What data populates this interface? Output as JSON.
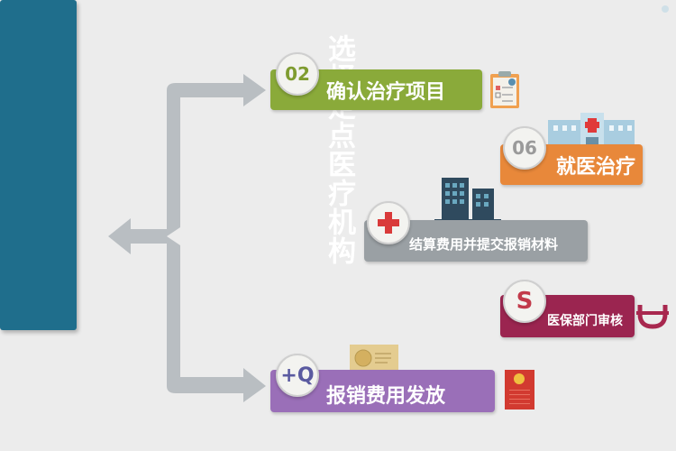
{
  "start": {
    "label": "选择定点医疗机构"
  },
  "steps": [
    {
      "number": "02",
      "label": "确认治疗项目",
      "color": "#8aaa3a",
      "icon": "clipboard-icon"
    },
    {
      "number": "06",
      "label": "就医治疗",
      "color": "#e8883a",
      "icon": "hospital-icon"
    },
    {
      "number": "",
      "label": "结算费用并提交报销材料",
      "color": "#9aa0a4",
      "icon": "buildings-icon"
    },
    {
      "number": "",
      "label": "医保部门审核",
      "color": "#9b2550",
      "icon": "stethoscope-icon"
    },
    {
      "number": "",
      "label": "报销费用发放",
      "color": "#9a6fb8",
      "icon": "red-envelope-icon"
    }
  ]
}
